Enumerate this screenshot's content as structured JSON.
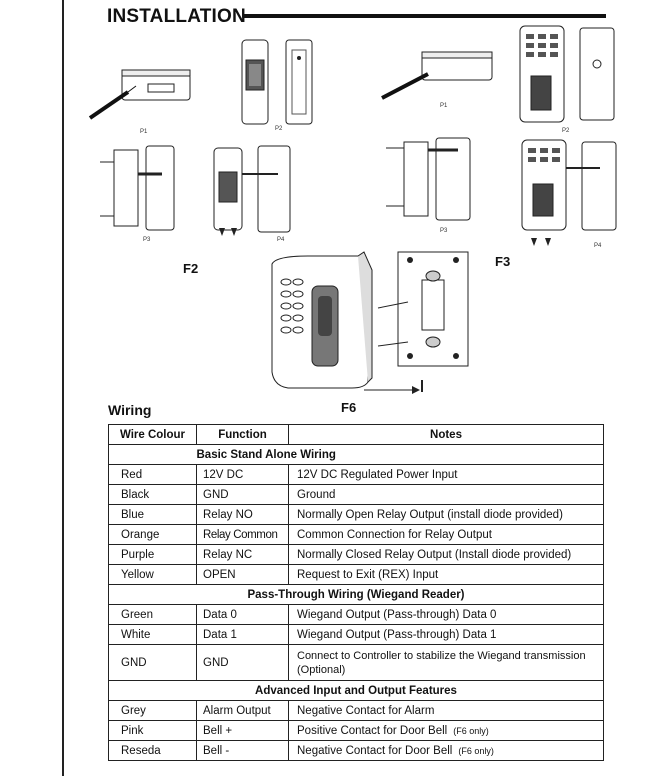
{
  "heading": "INSTALLATION",
  "figures": {
    "f2_label": "F2",
    "f3_label": "F3",
    "f6_label": "F6",
    "captions": {
      "f2_p1": "P1",
      "f2_p2": "P2",
      "f2_p3": "P3",
      "f2_p4": "P4",
      "f3_p1": "P1",
      "f3_p2": "P2",
      "f3_p3": "P3",
      "f3_p4": "P4"
    }
  },
  "wiring": {
    "title": "Wiring",
    "headers": {
      "wire": "Wire Colour",
      "function": "Function",
      "notes": "Notes"
    },
    "groups": [
      {
        "title": "Basic Stand  Alone Wiring",
        "rows": [
          {
            "wire": "Red",
            "function": "12V DC",
            "notes": "12V DC Regulated Power Input"
          },
          {
            "wire": "Black",
            "function": "GND",
            "notes": "Ground"
          },
          {
            "wire": "Blue",
            "function": "Relay NO",
            "notes": "Normally Open Relay Output (install diode provided)"
          },
          {
            "wire": "Orange",
            "function": "Relay Common",
            "notes": "Common Connection for Relay Output"
          },
          {
            "wire": "Purple",
            "function": "Relay NC",
            "notes": "Normally Closed Relay Output (Install diode provided)"
          },
          {
            "wire": "Yellow",
            "function": "OPEN",
            "notes": "Request to Exit (REX) Input"
          }
        ]
      },
      {
        "title": "Pass-Through Wiring (Wiegand Reader)",
        "rows": [
          {
            "wire": "Green",
            "function": "Data 0",
            "notes": "Wiegand Output (Pass-through) Data 0"
          },
          {
            "wire": "White",
            "function": "Data 1",
            "notes": "Wiegand Output (Pass-through) Data 1"
          },
          {
            "wire": "GND",
            "function": "GND",
            "notes": "Connect to Controller to stabilize the Wiegand transmission",
            "notes2": "(Optional)"
          }
        ]
      },
      {
        "title": "Advanced Input and Output Features",
        "rows": [
          {
            "wire": "Grey",
            "function": "Alarm Output",
            "notes": "Negative Contact for Alarm"
          },
          {
            "wire": "Pink",
            "function": "Bell +",
            "notes": "Positive Contact for Door Bell",
            "note_small": "(F6 only)"
          },
          {
            "wire": "Reseda",
            "function": "Bell -",
            "notes": "Negative Contact for Door Bell",
            "note_small": "(F6 only)"
          }
        ]
      }
    ]
  }
}
